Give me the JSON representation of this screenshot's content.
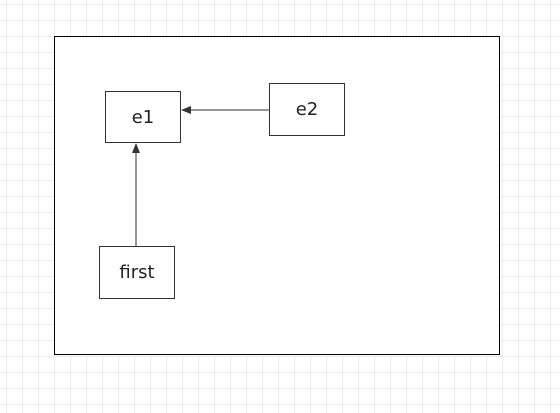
{
  "diagram": {
    "nodes": [
      {
        "id": "e1",
        "label": "e1"
      },
      {
        "id": "e2",
        "label": "e2"
      },
      {
        "id": "first",
        "label": "first"
      }
    ],
    "edges": [
      {
        "from": "e2",
        "to": "e1"
      },
      {
        "from": "first",
        "to": "e1"
      }
    ],
    "colors": {
      "stroke": "#333333",
      "frame": "#000000",
      "grid": "#ececec"
    }
  }
}
